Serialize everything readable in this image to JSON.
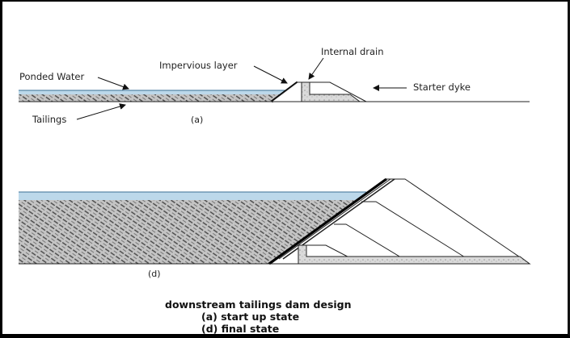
{
  "labels": {
    "ponded_water": "Ponded Water",
    "tailings": "Tailings",
    "impervious_layer": "Impervious layer",
    "internal_drain": "Internal drain",
    "starter_dyke": "Starter dyke",
    "panel_a": "(a)",
    "panel_d": "(d)"
  },
  "caption": {
    "title": "downstream tailings dam design",
    "line_a": "(a) start up state",
    "line_d": "(d) final state"
  },
  "colors": {
    "water": "#bcd8ea",
    "water_line": "#3a6f94",
    "tailings": "#b9b9b9",
    "drain": "#d3d3d3",
    "line": "#222222"
  }
}
